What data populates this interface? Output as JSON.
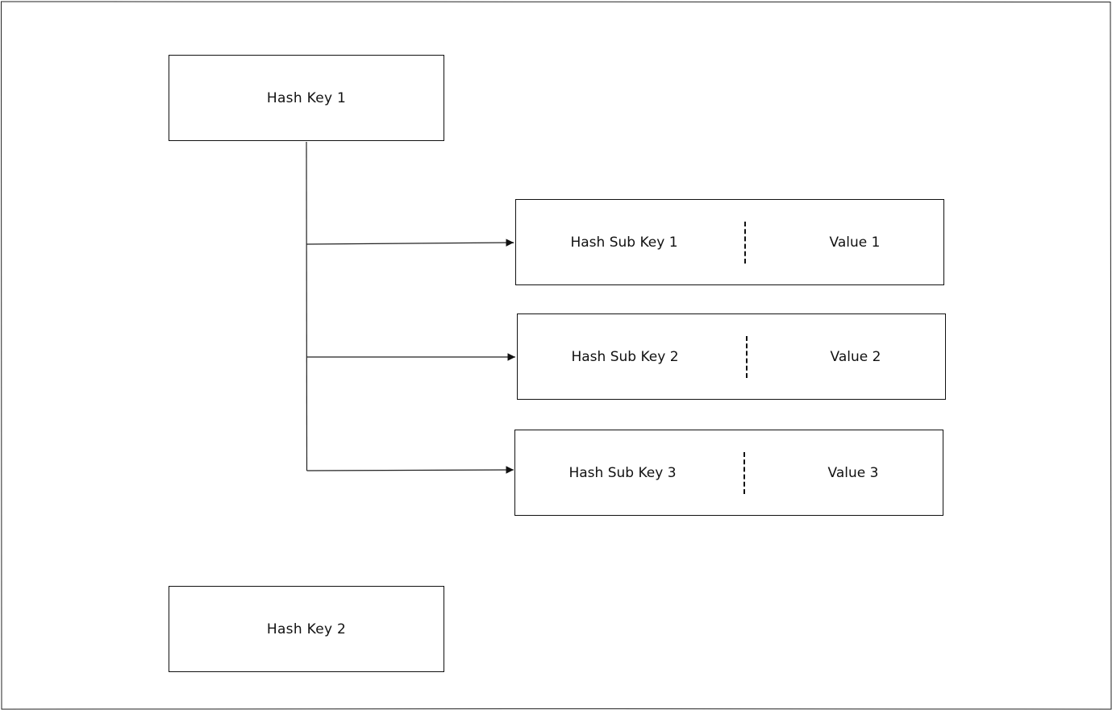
{
  "hash_keys": [
    {
      "label": "Hash Key 1"
    },
    {
      "label": "Hash Key 2"
    }
  ],
  "sub_entries": [
    {
      "sub_key": "Hash Sub Key 1",
      "value": "Value 1"
    },
    {
      "sub_key": "Hash Sub Key 2",
      "value": "Value 2"
    },
    {
      "sub_key": "Hash Sub Key 3",
      "value": "Value 3"
    }
  ],
  "colors": {
    "stroke": "#111111",
    "background": "#ffffff"
  }
}
